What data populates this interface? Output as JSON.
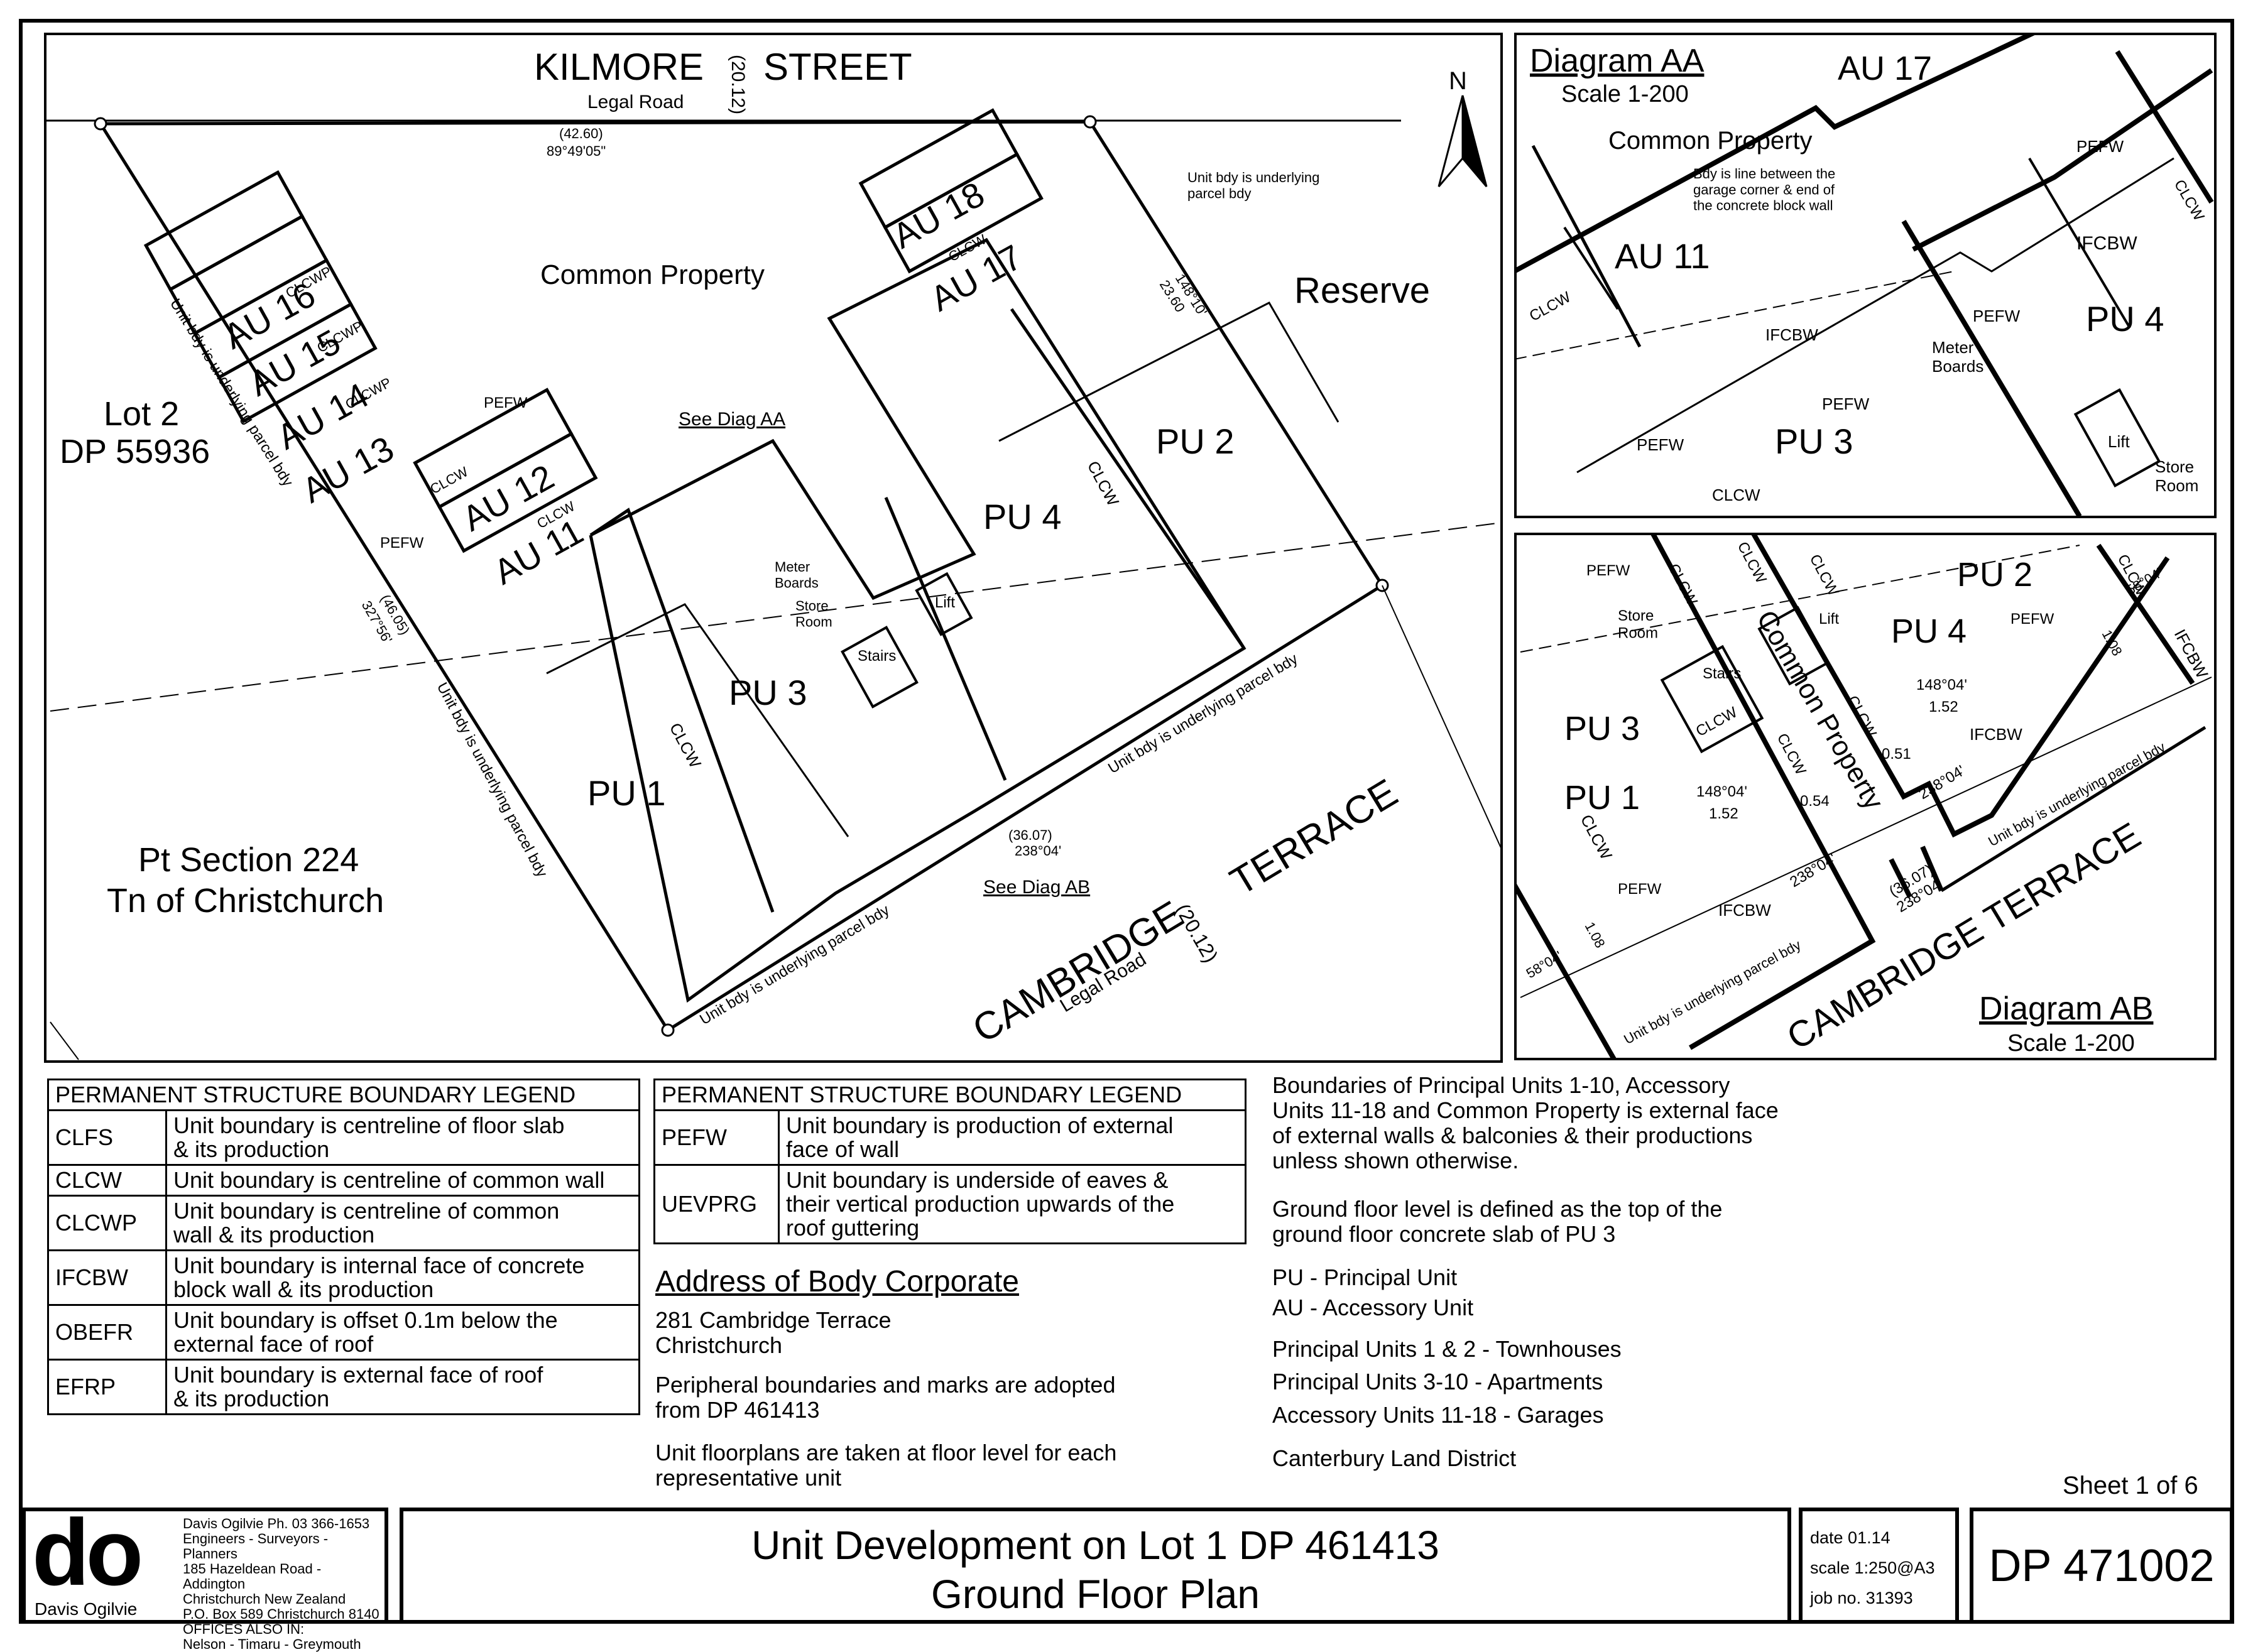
{
  "plan": {
    "street_top": "KILMORE",
    "street_top_width": "(20.12)",
    "street_top_word": "STREET",
    "legal_road": "Legal Road",
    "top_boundary_len": "(42.60)",
    "top_boundary_brg": "89°49'05\"",
    "north": "N",
    "underlying_note": "Unit bdy is underlying\nparcel bdy",
    "right_len": "148°10'",
    "right_brg": "23.60",
    "reserve": "Reserve",
    "common_property": "Common Property",
    "lot2_line1": "Lot 2",
    "lot2_line2": "DP 55936",
    "see_diag_aa": "See Diag AA",
    "see_diag_ab": "See Diag AB",
    "pt_section_line1": "Pt Section 224",
    "pt_section_line2": "Tn of Christchurch",
    "left_len": "(46.05)",
    "left_brg": "327°56'",
    "bottom_len": "(36.07)",
    "bottom_brg": "238°04'",
    "street_bottom": "CAMBRIDGE",
    "street_bottom_width": "(20.12)",
    "street_bottom_word": "TERRACE",
    "unit_bdy_underlying": "Unit bdy is underlying parcel bdy",
    "pefw": "PEFW",
    "clcw": "CLCW",
    "clcwp": "CLCWP",
    "meter_boards": "Meter\nBoards",
    "store_room": "Store\nRoom",
    "stairs": "Stairs",
    "lift": "Lift",
    "units": {
      "au16": "AU 16",
      "au15": "AU 15",
      "au14": "AU 14",
      "au13": "AU 13",
      "au12": "AU 12",
      "au11": "AU 11",
      "au18": "AU 18",
      "au17": "AU 17",
      "pu1": "PU 1",
      "pu2": "PU 2",
      "pu3": "PU 3",
      "pu4": "PU 4"
    }
  },
  "diagram_aa": {
    "title": "Diagram AA",
    "scale": "Scale 1-200",
    "au17": "AU 17",
    "common_property": "Common Property",
    "note": "Bdy is line between the\ngarage corner & end of\nthe concrete block wall",
    "au11": "AU 11",
    "pu4": "PU 4",
    "pu3": "PU 3",
    "pefw": "PEFW",
    "clcw": "CLCW",
    "ifcbw": "IFCBW",
    "meter_boards": "Meter\nBoards",
    "store_room": "Store\nRoom",
    "lift": "Lift"
  },
  "diagram_ab": {
    "title": "Diagram AB",
    "scale": "Scale 1-200",
    "pu2": "PU 2",
    "pu4": "PU 4",
    "pu3": "PU 3",
    "pu1": "PU 1",
    "common_property": "Common Property",
    "store_room": "Store\nRoom",
    "stairs": "Stairs",
    "lift": "Lift",
    "pefw": "PEFW",
    "clcw": "CLCW",
    "ifcbw": "IFCBW",
    "brg_a": "148°04'",
    "len_a": "1.52",
    "brg_b": "148°04'",
    "len_b": "1.52",
    "v051": "0.51",
    "v054": "0.54",
    "brg_238_a": "238°04'",
    "brg_238_b": "238°04'",
    "bottom_len": "(36.07)",
    "bottom_brg": "238°04'",
    "v108_a": "1.08",
    "v108_b": "1.08",
    "brg_58_a": "58°04'",
    "brg_58_b": "58°04'",
    "unit_bdy_underlying": "Unit bdy is underlying parcel bdy",
    "street": "CAMBRIDGE TERRACE"
  },
  "legend1": {
    "header": "PERMANENT STRUCTURE BOUNDARY LEGEND",
    "rows": [
      {
        "code": "CLFS",
        "desc": "Unit boundary is centreline of floor slab\n& its production"
      },
      {
        "code": "CLCW",
        "desc": "Unit boundary is centreline of common wall"
      },
      {
        "code": "CLCWP",
        "desc": "Unit boundary is centreline of common\nwall & its production"
      },
      {
        "code": "IFCBW",
        "desc": "Unit boundary is internal face of concrete\nblock wall & its production"
      },
      {
        "code": "OBEFR",
        "desc": "Unit boundary is offset 0.1m below the\nexternal face of roof"
      },
      {
        "code": "EFRP",
        "desc": "Unit boundary is external face of roof\n& its production"
      }
    ]
  },
  "legend2": {
    "header": "PERMANENT STRUCTURE BOUNDARY LEGEND",
    "rows": [
      {
        "code": "PEFW",
        "desc": "Unit boundary is production of external\nface of wall"
      },
      {
        "code": "UEVPRG",
        "desc": "Unit boundary is underside of eaves &\ntheir vertical production upwards of the\nroof guttering"
      }
    ]
  },
  "body_corp": {
    "heading": "Address of Body Corporate",
    "address": "281 Cambridge Terrace\nChristchurch",
    "peripheral": "Peripheral boundaries and marks are adopted\nfrom DP 461413",
    "floorplans": "Unit floorplans are taken at floor level for each\nrepresentative unit"
  },
  "notes": {
    "n1": "Boundaries of Principal Units 1-10, Accessory\nUnits 11-18 and Common Property is external face\nof external walls & balconies & their productions\nunless shown otherwise.",
    "n2": "Ground floor level is defined as the top of the\nground floor concrete slab of PU 3",
    "n3": "PU - Principal Unit\nAU - Accessory Unit",
    "n4": "Principal Units 1 & 2 - Townhouses",
    "n5": "Principal Units 3-10 - Apartments",
    "n6": "Accessory Units 11-18 - Garages",
    "n7": "Canterbury Land District",
    "sheet": "Sheet 1 of 6"
  },
  "title_block": {
    "logo": "do",
    "logo_name": "Davis Ogilvie",
    "company": "Davis Ogilvie     Ph. 03 366-1653\nEngineers - Surveyors - Planners\n185 Hazeldean Road - Addington\nChristchurch  New Zealand\nP.O. Box 589  Christchurch  8140\nOFFICES ALSO IN:\nNelson - Timaru - Greymouth",
    "title_line1": "Unit Development on Lot 1 DP 461413",
    "title_line2": "Ground Floor Plan",
    "date": "date  01.14",
    "scale": "scale 1:250@A3",
    "job": "job no. 31393",
    "dp": "DP 471002"
  }
}
